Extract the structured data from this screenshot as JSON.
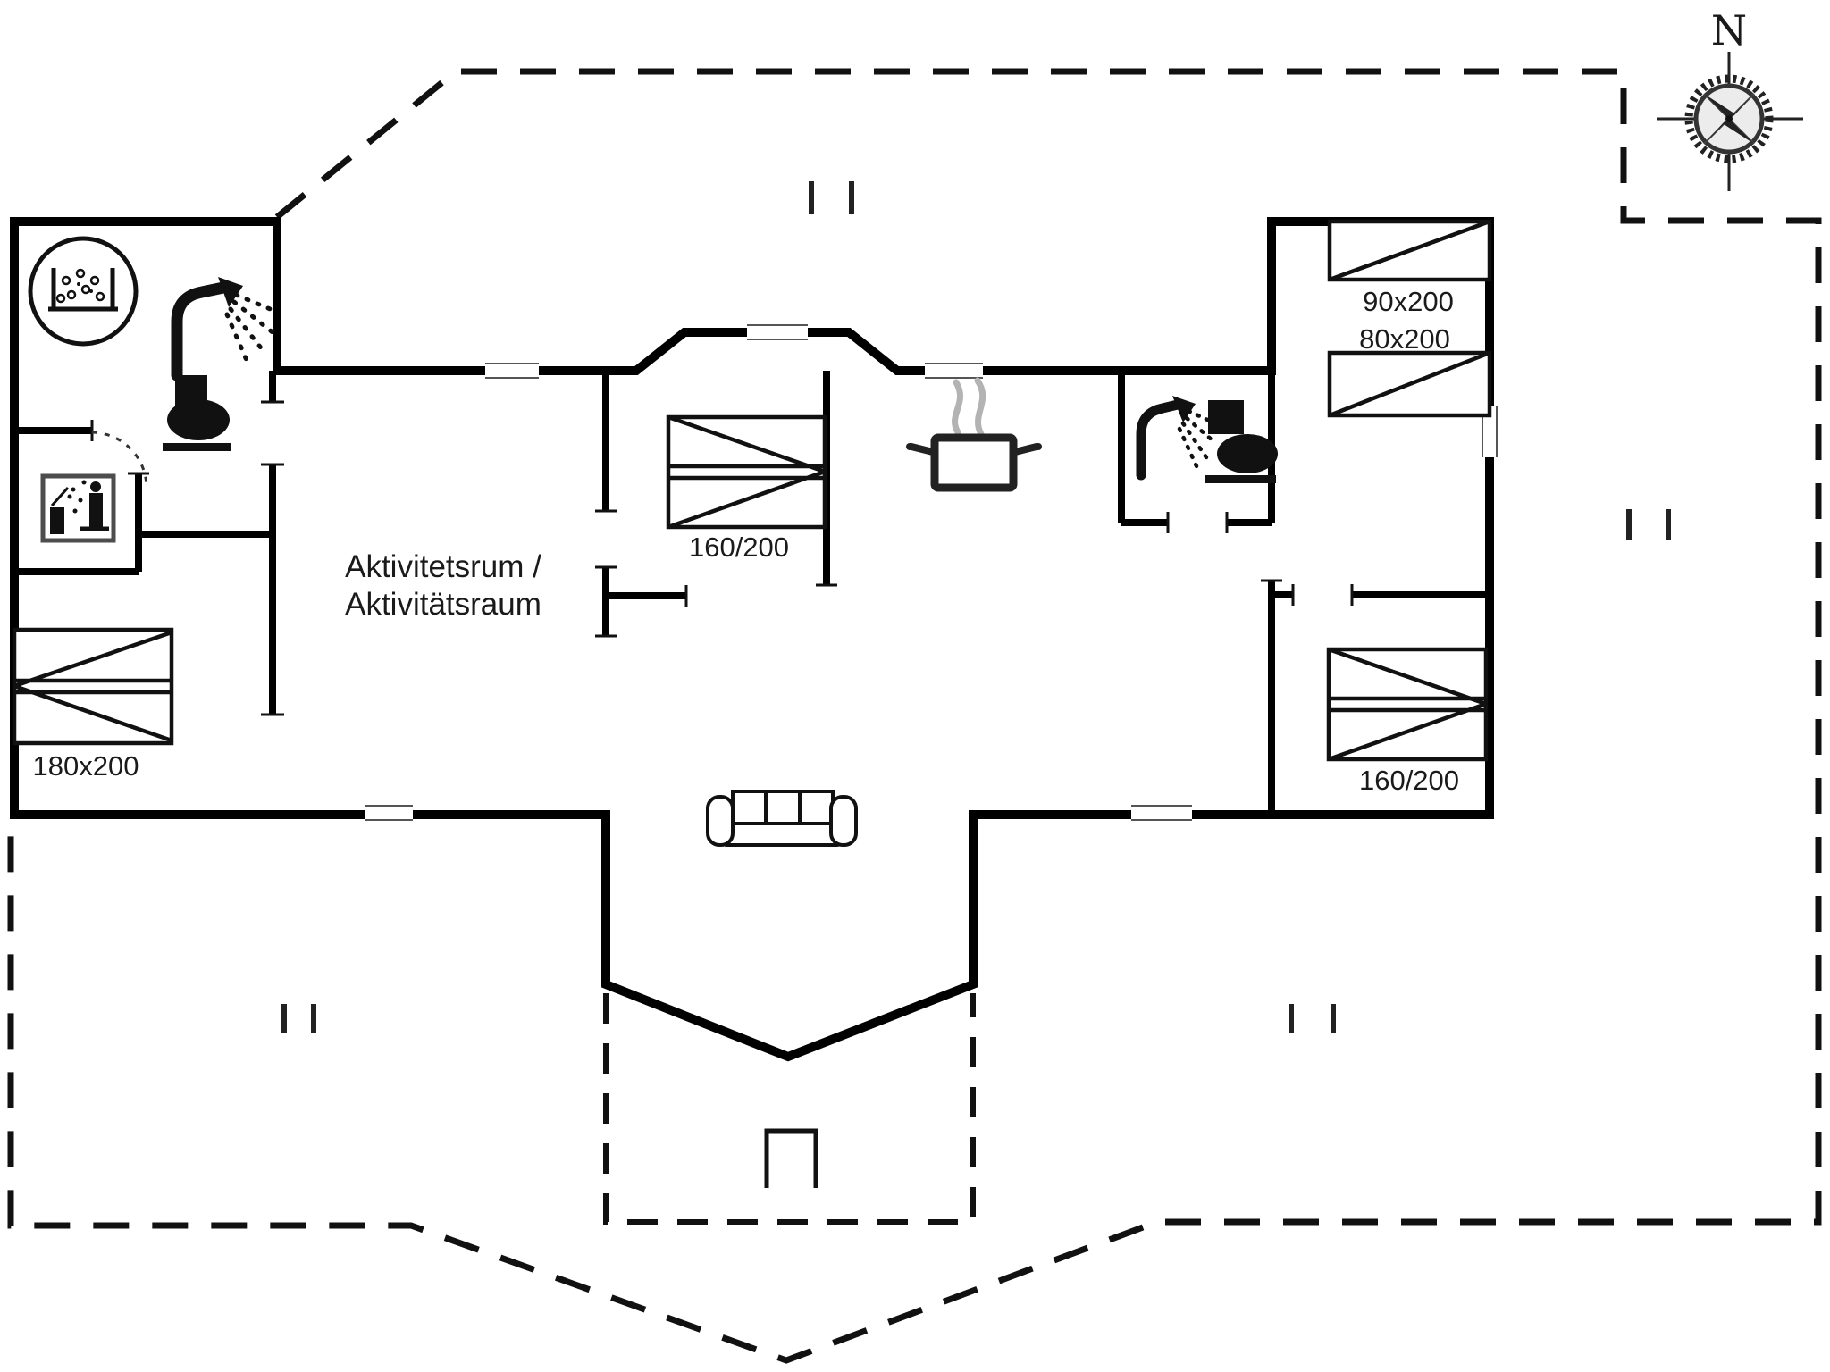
{
  "compass": {
    "north_label": "N"
  },
  "rooms": {
    "activity_room": {
      "label_line1": "Aktivitetsrum /",
      "label_line2": "Aktivitätsraum"
    }
  },
  "beds": {
    "southwest_double": {
      "label": "180x200"
    },
    "middle_double": {
      "label": "160/200"
    },
    "northeast_top_single": {
      "label": "90x200"
    },
    "northeast_bottom_single": {
      "label": "80x200"
    },
    "southeast_double": {
      "label": "160/200"
    }
  },
  "icons": {
    "whirlpool": "whirlpool-tub-icon",
    "shower_main_bath": "shower-icon",
    "toilet_main_bath": "toilet-icon",
    "sauna": "sauna-icon",
    "shower_second_bath": "shower-icon",
    "toilet_second_bath": "toilet-icon",
    "stove": "cooking-pot-icon",
    "sofa": "sofa-icon",
    "compass": "compass-rose-icon"
  },
  "colors": {
    "walls": "#000000",
    "background": "#ffffff",
    "steam": "#b3b3b3",
    "sauna_frame": "#4d4d4d",
    "text": "#1a1a1a"
  }
}
